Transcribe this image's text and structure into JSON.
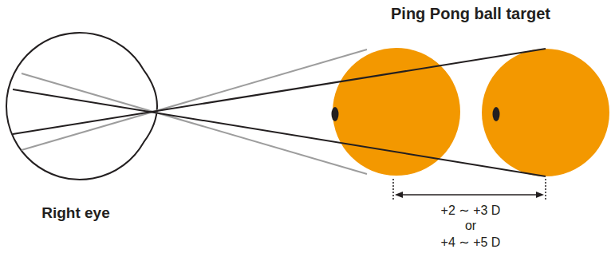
{
  "diagram": {
    "title": "Ping Pong ball target",
    "labels": [
      "Right eye",
      "+2 ∼ +3 D",
      "or",
      "+4 ∼ +5 D"
    ]
  }
}
